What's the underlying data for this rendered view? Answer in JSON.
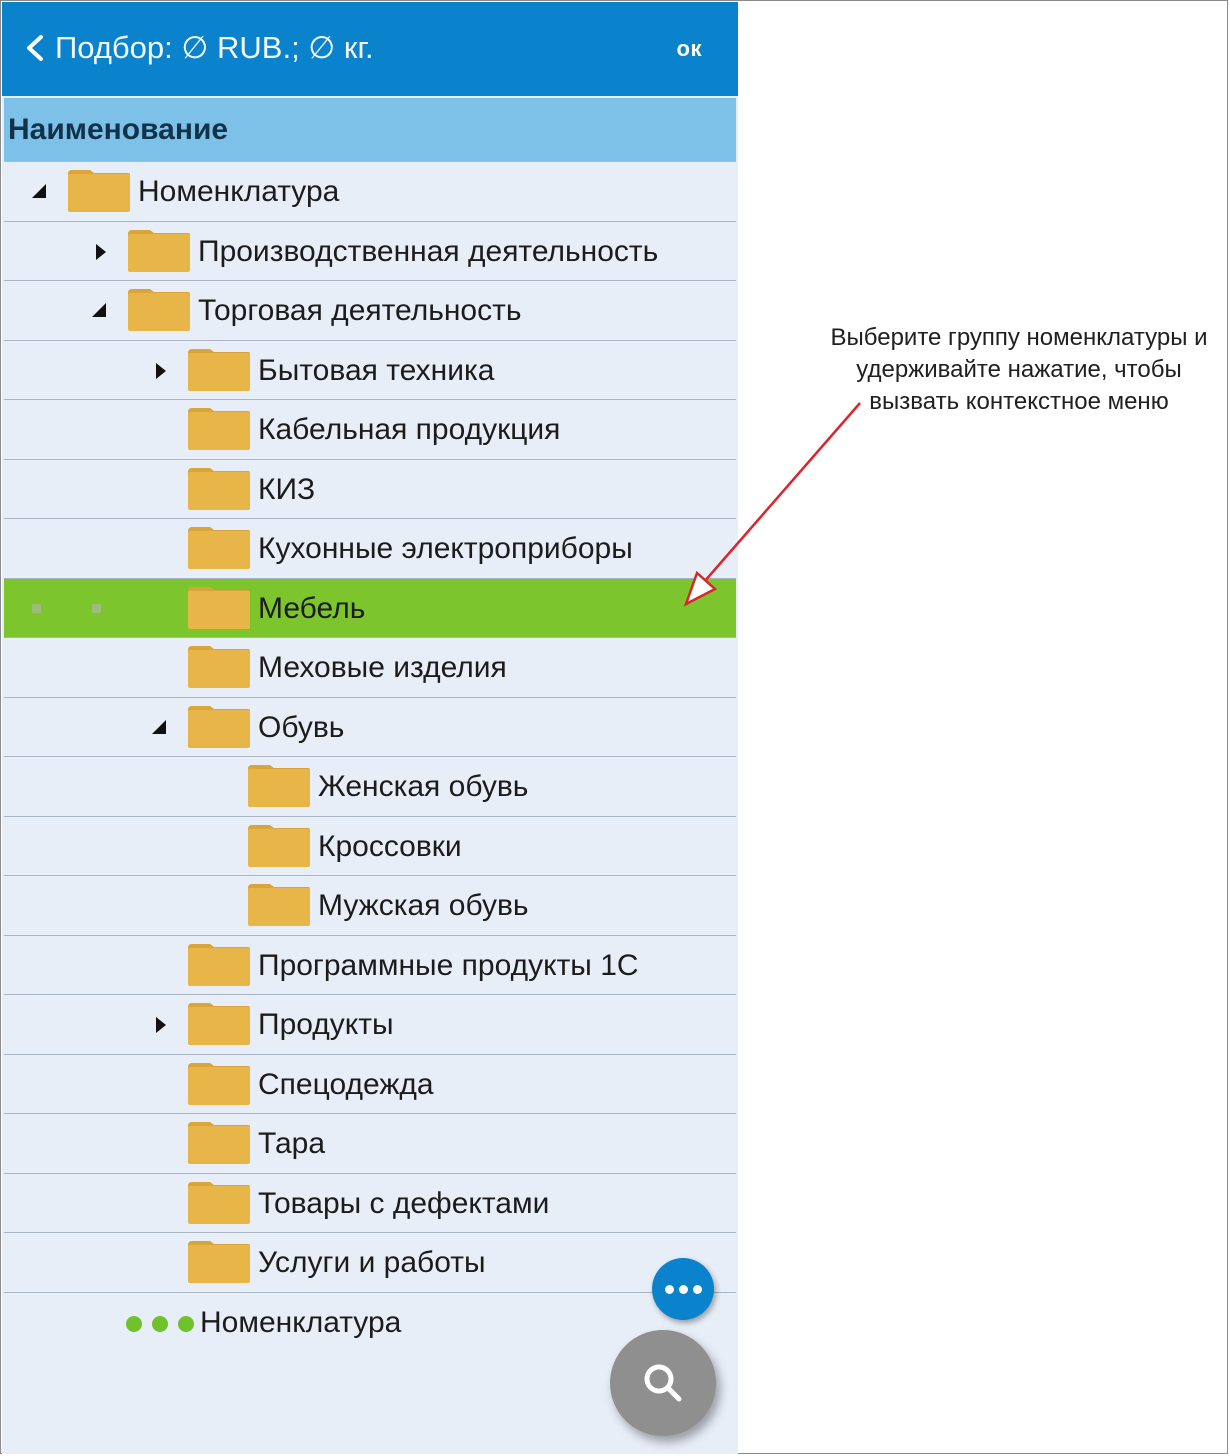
{
  "header": {
    "title": "Подбор: ∅ RUB.; ∅ кг.",
    "ok_label": "ок"
  },
  "table": {
    "column_header": "Наименование",
    "rows": [
      {
        "label": "Номенклатура",
        "level": 0,
        "toggle": "expanded"
      },
      {
        "label": "Производственная деятельность",
        "level": 1,
        "toggle": "collapsed"
      },
      {
        "label": "Торговая деятельность",
        "level": 1,
        "toggle": "expanded"
      },
      {
        "label": "Бытовая техника",
        "level": 2,
        "toggle": "collapsed"
      },
      {
        "label": "Кабельная продукция",
        "level": 2,
        "toggle": "none"
      },
      {
        "label": "КИЗ",
        "level": 2,
        "toggle": "none"
      },
      {
        "label": "Кухонные электроприборы",
        "level": 2,
        "toggle": "none"
      },
      {
        "label": "Мебель",
        "level": 2,
        "toggle": "none",
        "selected": true
      },
      {
        "label": "Меховые изделия",
        "level": 2,
        "toggle": "none"
      },
      {
        "label": "Обувь",
        "level": 2,
        "toggle": "expanded"
      },
      {
        "label": "Женская обувь",
        "level": 3,
        "toggle": "none"
      },
      {
        "label": "Кроссовки",
        "level": 3,
        "toggle": "none"
      },
      {
        "label": "Мужская обувь",
        "level": 3,
        "toggle": "none"
      },
      {
        "label": "Программные продукты 1С",
        "level": 2,
        "toggle": "none"
      },
      {
        "label": "Продукты",
        "level": 2,
        "toggle": "collapsed"
      },
      {
        "label": "Спецодежда",
        "level": 2,
        "toggle": "none"
      },
      {
        "label": "Тара",
        "level": 2,
        "toggle": "none"
      },
      {
        "label": "Товары с дефектами",
        "level": 2,
        "toggle": "none"
      },
      {
        "label": "Услуги и работы",
        "level": 2,
        "toggle": "none"
      }
    ],
    "footer_row": {
      "label": "Номенклатура"
    }
  },
  "annotation": {
    "text": "Выберите группу номенклатуры и удерживайте нажатие, чтобы вызвать контекстное меню"
  },
  "colors": {
    "topbar": "#0a82cc",
    "header": "#7dc1e8",
    "selected_row": "#7cc52c",
    "folder": "#e8b548",
    "arrow": "#d8262a"
  },
  "icons": {
    "back": "chevron-left-icon",
    "folder": "folder-icon",
    "more": "more-horizontal-icon",
    "search": "search-icon"
  }
}
